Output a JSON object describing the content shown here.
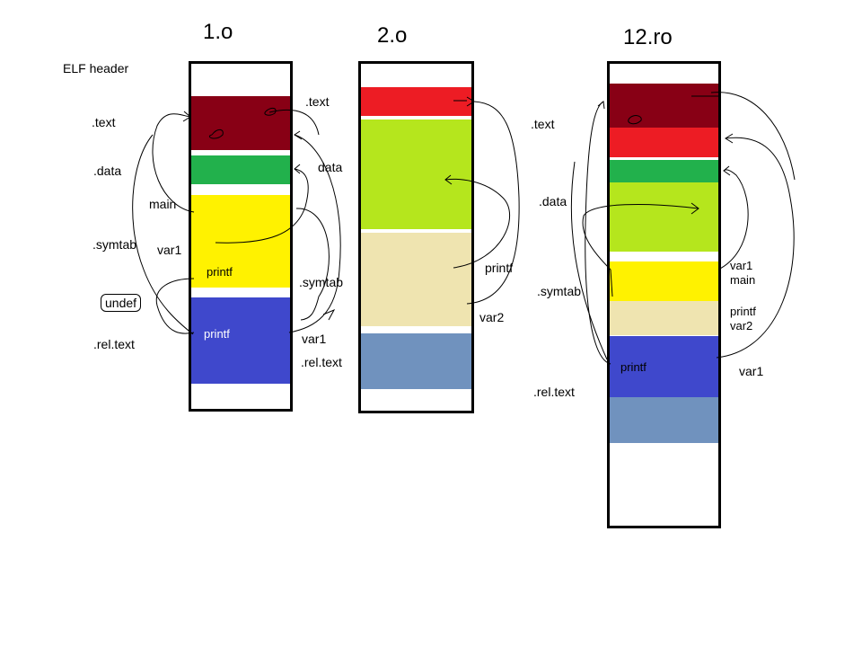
{
  "files": [
    {
      "name": "1.o"
    },
    {
      "name": "2.o"
    },
    {
      "name": "12.ro"
    }
  ],
  "labels": {
    "elf_header": "ELF header",
    "file1": {
      "left_text": ".text",
      "left_data": ".data",
      "left_main": "main",
      "left_symtab": ".symtab",
      "left_var1": "var1",
      "left_undef": "undef",
      "left_reltext": ".rel.text",
      "inner_printf_sym": "printf",
      "inner_printf_rel": "printf",
      "right_text": ".text",
      "right_data": "data",
      "right_symtab": ".symtab",
      "right_var1": "var1",
      "right_reltext": ".rel.text"
    },
    "file2": {
      "printf": "printf",
      "var2": "var2"
    },
    "file12": {
      "left_text": ".text",
      "left_data": ".data",
      "left_symtab": ".symtab",
      "left_reltext": ".rel.text",
      "inner_printf": "printf",
      "right_var1": "var1",
      "right_main": "main",
      "right_printf": "printf",
      "right_var2": "var2",
      "right_var1_rel": "var1"
    }
  },
  "colors": {
    "dark_red": "#880015",
    "red": "#ED1C24",
    "green": "#22B14C",
    "lime": "#B5E61D",
    "yellow": "#FFF200",
    "beige": "#EFE4B0",
    "blue": "#3F48CC",
    "steel_blue": "#7092BE"
  }
}
